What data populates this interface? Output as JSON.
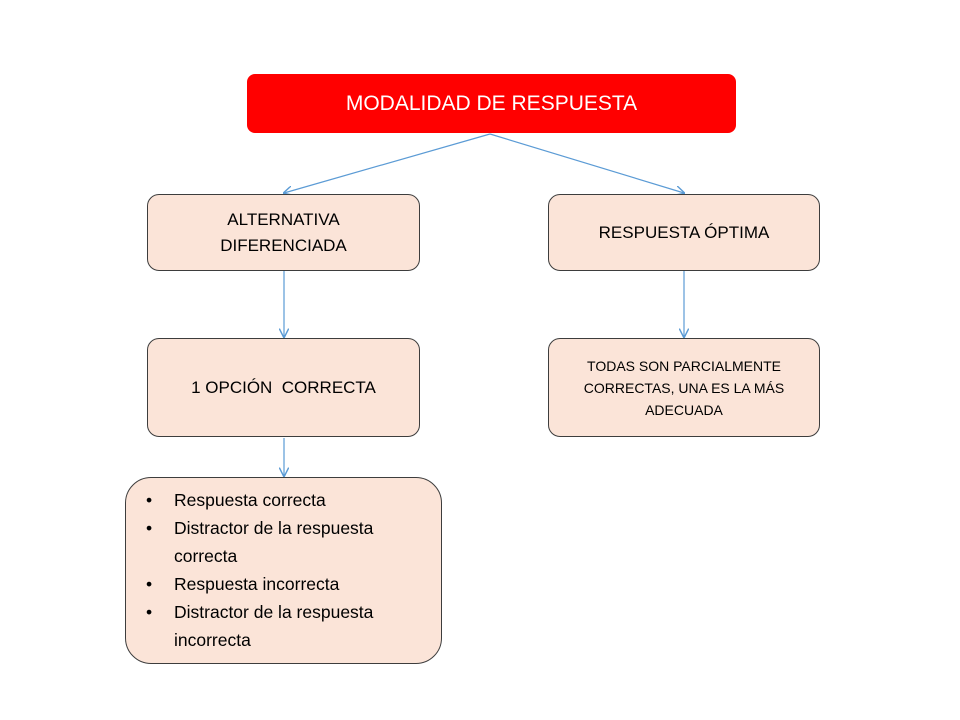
{
  "diagram": {
    "root": "MODALIDAD DE RESPUESTA",
    "left_branch": "ALTERNATIVA DIFERENCIADA",
    "right_branch": "RESPUESTA ÓPTIMA",
    "left_child": "1 OPCIÓN  CORRECTA",
    "right_child": "TODAS SON PARCIALMENTE CORRECTAS, UNA ES LA MÁS ADECUADA",
    "left_list": [
      "Respuesta correcta",
      "Distractor de la respuesta correcta",
      "Respuesta incorrecta",
      "Distractor de la respuesta incorrecta"
    ]
  },
  "colors": {
    "root_fill": "#ff0000",
    "node_fill": "#fbe4d8",
    "connector": "#5b9bd5"
  }
}
